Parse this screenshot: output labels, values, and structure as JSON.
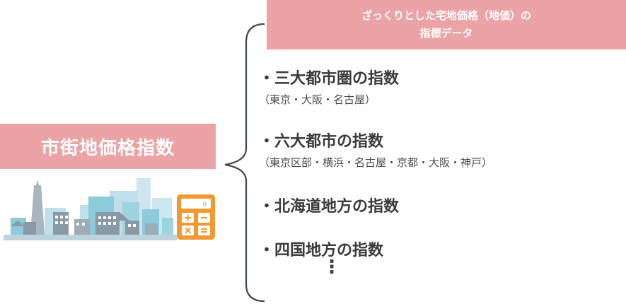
{
  "left_label": "市街地価格指数",
  "header": {
    "line1": "ざっくりとした宅地価格（地価）の",
    "line2": "指標データ"
  },
  "items": [
    {
      "title": "・三大都市圏の指数",
      "sub": "（東京・大阪・名古屋）"
    },
    {
      "title": "・六大都市の指数",
      "sub": "（東京区部・横浜・名古屋・京都・大阪・神戸）"
    },
    {
      "title": "・北海道地方の指数"
    },
    {
      "title": "・四国地方の指数"
    }
  ],
  "ellipsis": "⋮",
  "icons": [
    "city-skyline-icon",
    "calculator-icon"
  ],
  "colors": {
    "accent_pink": "#eba3a6",
    "city_blue_light": "#bfe0ea",
    "city_blue": "#8ccbd9",
    "city_gray": "#8a9aa5",
    "calculator_orange": "#f29a32"
  }
}
